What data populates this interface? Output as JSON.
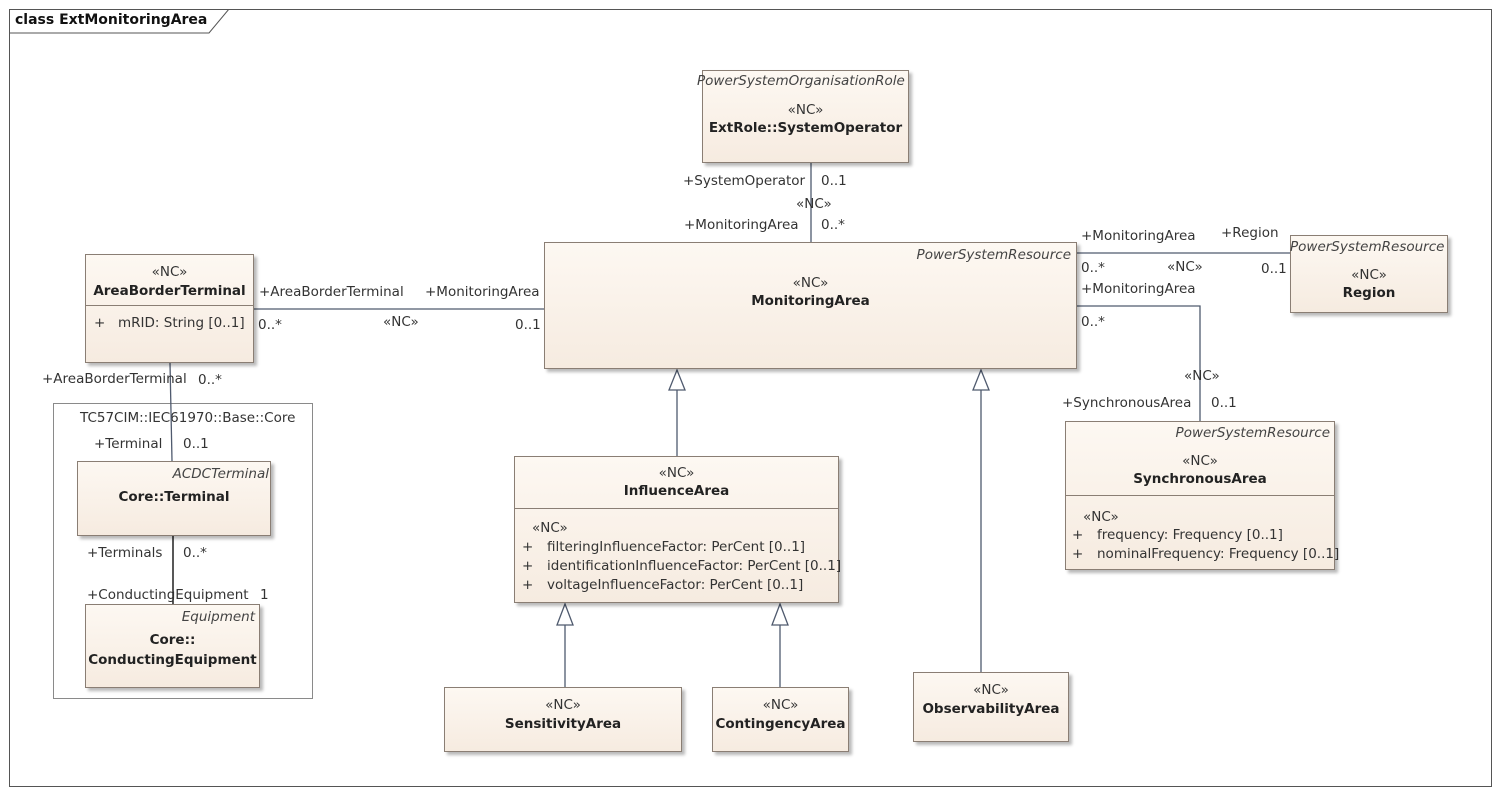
{
  "frame_title": "class ExtMonitoringArea",
  "package": {
    "name": "TC57CIM::IEC61970::Base::Core"
  },
  "classes": {
    "system_operator": {
      "parent": "PowerSystemOrganisationRole",
      "stereotype": "«NC»",
      "name": "ExtRole::SystemOperator"
    },
    "monitoring_area": {
      "parent": "PowerSystemResource",
      "stereotype": "«NC»",
      "name": "MonitoringArea"
    },
    "area_border_terminal": {
      "stereotype": "«NC»",
      "name": "AreaBorderTerminal",
      "attributes": [
        {
          "vis": "+",
          "text": "mRID: String [0..1]"
        }
      ]
    },
    "region": {
      "parent": "PowerSystemResource",
      "stereotype": "«NC»",
      "name": "Region"
    },
    "synchronous_area": {
      "parent": "PowerSystemResource",
      "stereotype": "«NC»",
      "name": "SynchronousArea",
      "attr_stereotype": "«NC»",
      "attributes": [
        {
          "vis": "+",
          "text": "frequency: Frequency [0..1]"
        },
        {
          "vis": "+",
          "text": "nominalFrequency: Frequency [0..1]"
        }
      ]
    },
    "core_terminal": {
      "parent": "ACDCTerminal",
      "name": "Core::Terminal"
    },
    "conducting_equipment": {
      "parent": "Equipment",
      "name_line1": "Core::",
      "name_line2": "ConductingEquipment"
    },
    "influence_area": {
      "stereotype": "«NC»",
      "name": "InfluenceArea",
      "attr_stereotype": "«NC»",
      "attributes": [
        {
          "vis": "+",
          "text": "filteringInfluenceFactor: PerCent [0..1]"
        },
        {
          "vis": "+",
          "text": "identificationInfluenceFactor: PerCent [0..1]"
        },
        {
          "vis": "+",
          "text": "voltageInfluenceFactor: PerCent [0..1]"
        }
      ]
    },
    "sensitivity_area": {
      "stereotype": "«NC»",
      "name": "SensitivityArea"
    },
    "contingency_area": {
      "stereotype": "«NC»",
      "name": "ContingencyArea"
    },
    "observability_area": {
      "stereotype": "«NC»",
      "name": "ObservabilityArea"
    }
  },
  "associations": {
    "operator": {
      "role_top": "+SystemOperator",
      "mult_top": "0..1",
      "stereotype": "«NC»",
      "role_bottom": "+MonitoringArea",
      "mult_bottom": "0..*"
    },
    "border": {
      "role_left": "+AreaBorderTerminal",
      "mult_left": "0..*",
      "stereotype": "«NC»",
      "role_right": "+MonitoringArea",
      "mult_right": "0..1"
    },
    "region": {
      "role_left": "+MonitoringArea",
      "mult_left": "0..*",
      "stereotype": "«NC»",
      "role_right": "+Region",
      "mult_right": "0..1"
    },
    "sync": {
      "role_top": "+MonitoringArea",
      "mult_top": "0..*",
      "stereotype": "«NC»",
      "role_bottom": "+SynchronousArea",
      "mult_bottom": "0..1"
    },
    "terminal": {
      "role_top": "+AreaBorderTerminal",
      "mult_top": "0..*",
      "role_bottom": "+Terminal",
      "mult_bottom": "0..1"
    },
    "equipment": {
      "role_top": "+Terminals",
      "mult_top": "0..*",
      "role_bottom": "+ConductingEquipment",
      "mult_bottom": "1"
    }
  }
}
